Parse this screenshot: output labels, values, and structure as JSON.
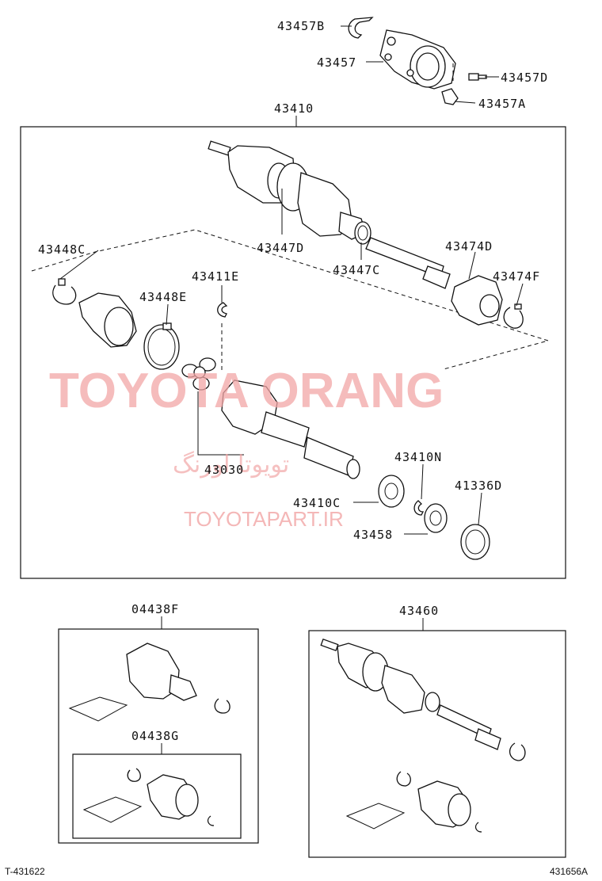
{
  "labels": {
    "l_43457B": "43457B",
    "l_43457": "43457",
    "l_43457D": "43457D",
    "l_43457A": "43457A",
    "l_43410": "43410",
    "l_43448C": "43448C",
    "l_43447D": "43447D",
    "l_43447C": "43447C",
    "l_43474D": "43474D",
    "l_43474F": "43474F",
    "l_43411E": "43411E",
    "l_43448E": "43448E",
    "l_43030": "43030",
    "l_43410N": "43410N",
    "l_41336D": "41336D",
    "l_43410C": "43410C",
    "l_43458": "43458",
    "l_04438F": "04438F",
    "l_04438G": "04438G",
    "l_43460": "43460"
  },
  "watermark": {
    "main": "TOYOTA ORANG",
    "farsi": "تویوتا اورنگ",
    "site": "TOYOTAPART.IR"
  },
  "footer": {
    "left_ref": "T-431622",
    "right_ref": "431656A"
  }
}
